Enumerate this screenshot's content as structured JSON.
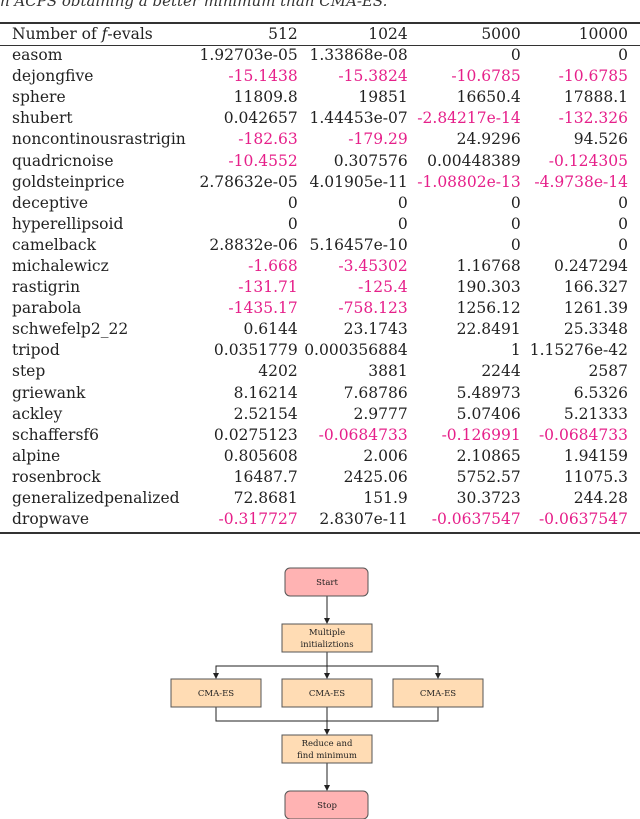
{
  "caption": "n ACPS obtaining a better minimum than CMA-ES.",
  "table": {
    "header": [
      "Number of f-evals",
      "512",
      "1024",
      "5000",
      "10000"
    ],
    "negative_color": "#e6208a",
    "rows": [
      [
        "easom",
        "1.92703e-05",
        "1.33868e-08",
        "0",
        "0"
      ],
      [
        "dejongfive",
        "-15.1438",
        "-15.3824",
        "-10.6785",
        "-10.6785"
      ],
      [
        "sphere",
        "11809.8",
        "19851",
        "16650.4",
        "17888.1"
      ],
      [
        "shubert",
        "0.042657",
        "1.44453e-07",
        "-2.84217e-14",
        "-132.326"
      ],
      [
        "noncontinousrastrigin",
        "-182.63",
        "-179.29",
        "24.9296",
        "94.526"
      ],
      [
        "quadricnoise",
        "-10.4552",
        "0.307576",
        "0.00448389",
        "-0.124305"
      ],
      [
        "goldsteinprice",
        "2.78632e-05",
        "4.01905e-11",
        "-1.08802e-13",
        "-4.9738e-14"
      ],
      [
        "deceptive",
        "0",
        "0",
        "0",
        "0"
      ],
      [
        "hyperellipsoid",
        "0",
        "0",
        "0",
        "0"
      ],
      [
        "camelback",
        "2.8832e-06",
        "5.16457e-10",
        "0",
        "0"
      ],
      [
        "michalewicz",
        "-1.668",
        "-3.45302",
        "1.16768",
        "0.247294"
      ],
      [
        "rastigrin",
        "-131.71",
        "-125.4",
        "190.303",
        "166.327"
      ],
      [
        "parabola",
        "-1435.17",
        "-758.123",
        "1256.12",
        "1261.39"
      ],
      [
        "schwefelp2_22",
        "0.6144",
        "23.1743",
        "22.8491",
        "25.3348"
      ],
      [
        "tripod",
        "0.0351779",
        "0.000356884",
        "1",
        "1.15276e-42"
      ],
      [
        "step",
        "4202",
        "3881",
        "2244",
        "2587"
      ],
      [
        "griewank",
        "8.16214",
        "7.68786",
        "5.48973",
        "6.5326"
      ],
      [
        "ackley",
        "2.52154",
        "2.9777",
        "5.07406",
        "5.21333"
      ],
      [
        "schaffersf6",
        "0.0275123",
        "-0.0684733",
        "-0.126991",
        "-0.0684733"
      ],
      [
        "alpine",
        "0.805608",
        "2.006",
        "2.10865",
        "1.94159"
      ],
      [
        "rosenbrock",
        "16487.7",
        "2425.06",
        "5752.57",
        "11075.3"
      ],
      [
        "generalizedpenalized",
        "72.8681",
        "151.9",
        "30.3723",
        "244.28"
      ],
      [
        "dropwave",
        "-0.317727",
        "2.8307e-11",
        "-0.0637547",
        "-0.0637547"
      ]
    ]
  },
  "flowchart": {
    "terminal_color": "#ffb3b3",
    "process_color": "#ffdcb4",
    "start": "Start",
    "init": [
      "Multiple",
      "initializtions"
    ],
    "workers": [
      "CMA-ES",
      "CMA-ES",
      "CMA-ES"
    ],
    "reduce": [
      "Reduce and",
      "find minimum"
    ],
    "stop": "Stop"
  }
}
